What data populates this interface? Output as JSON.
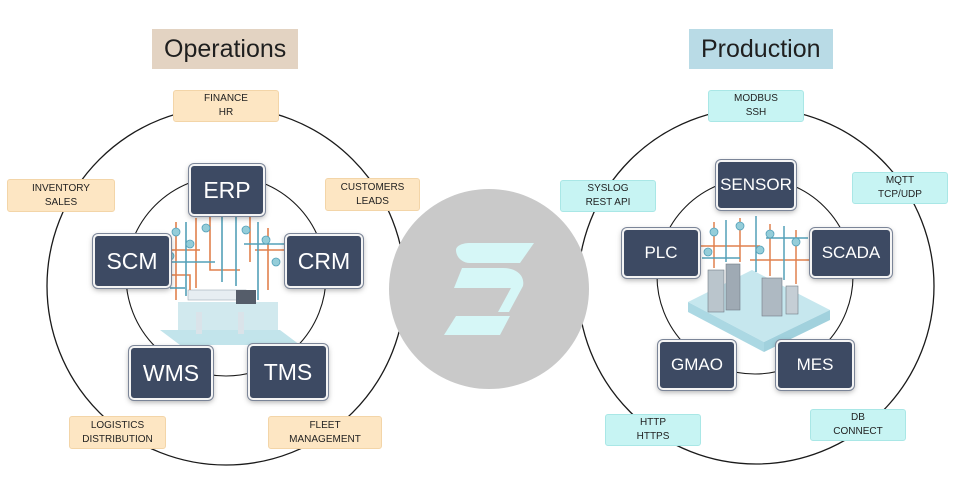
{
  "operations": {
    "title": "Operations",
    "boxes": {
      "erp": "ERP",
      "scm": "SCM",
      "crm": "CRM",
      "wms": "WMS",
      "tms": "TMS"
    },
    "tags": {
      "finance": [
        "FINANCE",
        "HR"
      ],
      "inventory": [
        "INVENTORY",
        "SALES"
      ],
      "customers": [
        "CUSTOMERS",
        "LEADS"
      ],
      "logistics": [
        "LOGISTICS",
        "DISTRIBUTION"
      ],
      "fleet": [
        "FLEET",
        "MANAGEMENT"
      ]
    }
  },
  "production": {
    "title": "Production",
    "boxes": {
      "sensor": "SENSOR",
      "plc": "PLC",
      "scada": "SCADA",
      "gmao": "GMAO",
      "mes": "MES"
    },
    "tags": {
      "modbus": [
        "MODBUS",
        "SSH"
      ],
      "syslog": [
        "SYSLOG",
        "REST API"
      ],
      "mqtt": [
        "MQTT",
        "TCP/UDP"
      ],
      "http": [
        "HTTP",
        "HTTPS"
      ],
      "db": [
        "DB",
        "CONNECT"
      ]
    }
  },
  "colors": {
    "ops_title_bg": "#e3d3c2",
    "prod_title_bg": "#b9dbe6",
    "box_fill": "#3d4a63",
    "ops_tag_bg": "#fde6c3",
    "prod_tag_bg": "#c7f4f3",
    "logo_circle": "#c9c9c9",
    "logo_mark": "#d6f7f7"
  }
}
